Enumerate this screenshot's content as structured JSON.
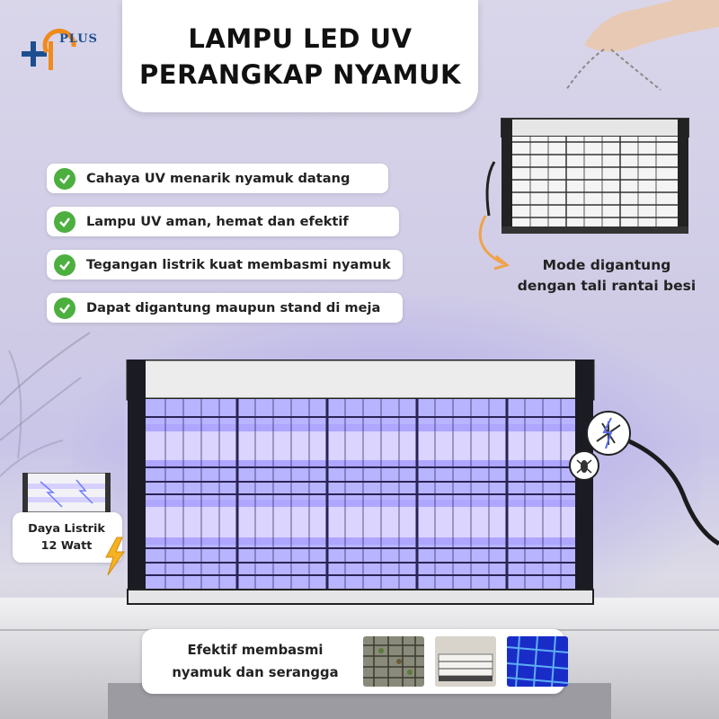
{
  "header": {
    "title_line1": "LAMPU LED UV",
    "title_line2": "PERANGKAP NYAMUK"
  },
  "brand": {
    "logo_text": "PLUS",
    "accent_color": "#1d4f8f"
  },
  "features": [
    "Cahaya UV menarik nyamuk datang",
    "Lampu UV aman, hemat dan efektif",
    "Tegangan listrik kuat membasmi nyamuk",
    "Dapat digantung maupun stand di meja"
  ],
  "hanging_mode": {
    "line1": "Mode digantung",
    "line2": "dengan tali rantai besi",
    "arrow_color": "#f0a24a"
  },
  "power": {
    "line1": "Daya Listrik",
    "line2": "12 Watt",
    "icon": "lightning-icon"
  },
  "effectiveness": {
    "line1": "Efektif membasmi",
    "line2": "nyamuk dan serangga"
  },
  "colors": {
    "check_green": "#4caf3f",
    "uv_glow": "#6c5cff"
  }
}
